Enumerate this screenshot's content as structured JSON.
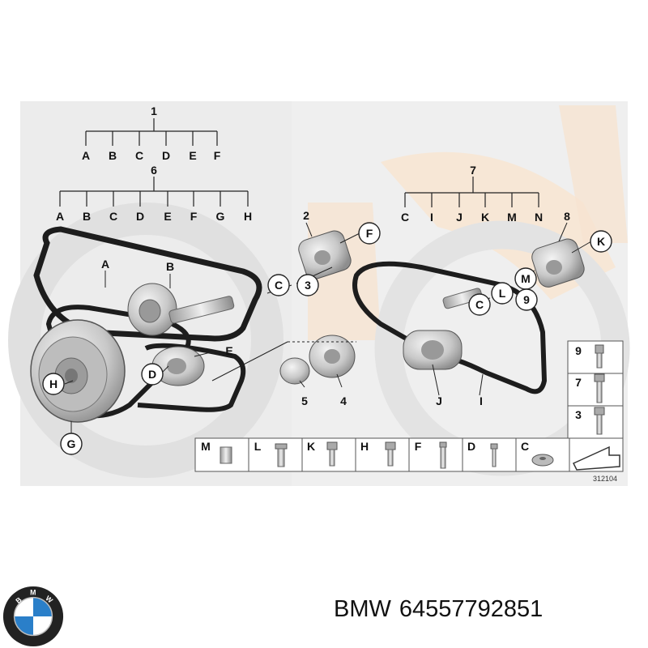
{
  "diagram": {
    "figure_number": "312104",
    "hierarchy": {
      "group1": {
        "root": "1",
        "children": [
          "A",
          "B",
          "C",
          "D",
          "E",
          "F"
        ]
      },
      "group6": {
        "root": "6",
        "children": [
          "A",
          "B",
          "C",
          "D",
          "E",
          "F",
          "G",
          "H"
        ]
      },
      "group7": {
        "root": "7",
        "children": [
          "C",
          "I",
          "J",
          "K",
          "M",
          "N"
        ]
      }
    },
    "callouts": {
      "belt_a": "A",
      "idler_b": "B",
      "pulley_h": "H",
      "pulley_g": "G",
      "idler_d": "D",
      "belt_e": "E",
      "part2": "2",
      "part2_f": "F",
      "part2_c": "C",
      "part2_3": "3",
      "part5": "5",
      "part4": "4",
      "part8": "8",
      "part8_k": "K",
      "part8_m": "M",
      "part8_l": "L",
      "part8_9": "9",
      "part7_c": "C",
      "part_j": "J",
      "part_i": "I"
    },
    "side_parts": [
      "9",
      "7",
      "3"
    ],
    "bottom_parts": [
      "M",
      "L",
      "K",
      "H",
      "F",
      "D",
      "C"
    ]
  },
  "caption": {
    "brand": "BMW",
    "part_number": "64557792851"
  },
  "logo": {
    "letters": [
      "B",
      "M",
      "W"
    ],
    "colors": {
      "blue": "#2a7fc9",
      "white": "#ffffff",
      "ring": "#222222"
    }
  },
  "colors": {
    "watermark_gray": "#e9e9e9",
    "watermark_peach": "#f6e6d6",
    "outline": "#222222",
    "part_fill": "#cfcfcf"
  }
}
